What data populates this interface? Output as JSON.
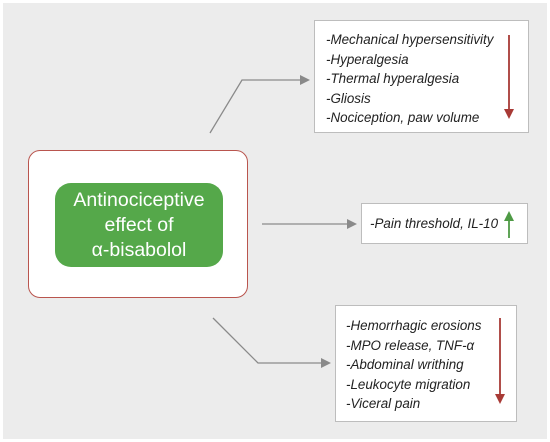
{
  "center": {
    "line1": "Antinociceptive",
    "line2": "effect of",
    "line3": "α-bisabolol"
  },
  "effects": {
    "top": {
      "items": [
        "-Mechanical hypersensitivity",
        "-Hyperalgesia",
        "-Thermal hyperalgesia",
        "-Gliosis",
        "-Nociception, paw volume"
      ],
      "trend_icon": "down-arrow-icon",
      "trend_color": "#a83a36"
    },
    "middle": {
      "items": [
        "-Pain threshold, IL-10"
      ],
      "trend_icon": "up-arrow-icon",
      "trend_color": "#4e9a45"
    },
    "bottom": {
      "items": [
        "-Hemorrhagic erosions",
        "-MPO release, TNF-α",
        "-Abdominal writhing",
        "-Leukocyte migration",
        "-Viceral pain"
      ],
      "trend_icon": "down-arrow-icon",
      "trend_color": "#a83a36"
    }
  },
  "colors": {
    "pill": "#55a84a",
    "card_border": "#b9554e",
    "connector": "#8a8a8a"
  }
}
